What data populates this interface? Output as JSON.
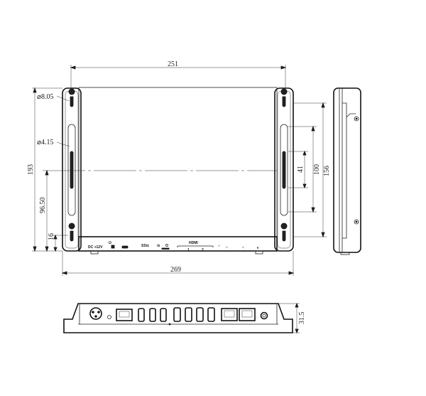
{
  "dimensions": {
    "overall_width": "251",
    "bracket_width": "269",
    "overall_height": "193",
    "center_height": "96.50",
    "bottom_offset": "16",
    "mount_spacing_outer": "156",
    "mount_spacing_inner": "100",
    "slot_length": "41",
    "hole_large": "⌀8.05",
    "hole_small": "⌀4.15",
    "depth": "31.5"
  },
  "front_panel_labels": {
    "dc_input": "DC +12V",
    "power_symbol": "⏻",
    "usb3_symbol": "SS⇆",
    "usb2_symbol": "⇆",
    "hdmi": "HDMI",
    "hdmi_sub_left": "1",
    "hdmi_sub_right": "2",
    "audio_symbol": "♪",
    "lan_symbol": "⌂",
    "speaker_symbol": "🔈︎"
  },
  "colors": {
    "line": "#222222",
    "fill": "#ffffff"
  }
}
